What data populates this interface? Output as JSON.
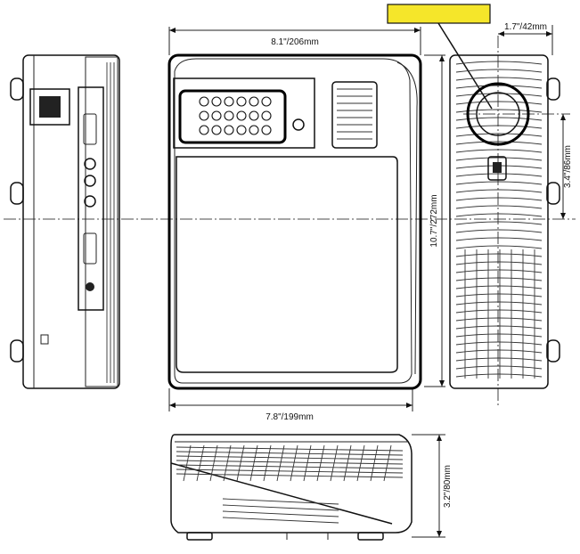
{
  "dimensions": {
    "top_width": "8.1\"/206mm",
    "height": "10.7\"/272mm",
    "bottom_width": "7.8\"/199mm",
    "lens_offset": "1.7\"/42mm",
    "lens_vertical": "3.4\"/86mm",
    "side_height": "3.2\"/80mm"
  },
  "callout": {
    "label": "",
    "color": "#f5e62a"
  },
  "colors": {
    "line": "#111111",
    "background": "#ffffff",
    "highlight": "#f5e62a"
  }
}
